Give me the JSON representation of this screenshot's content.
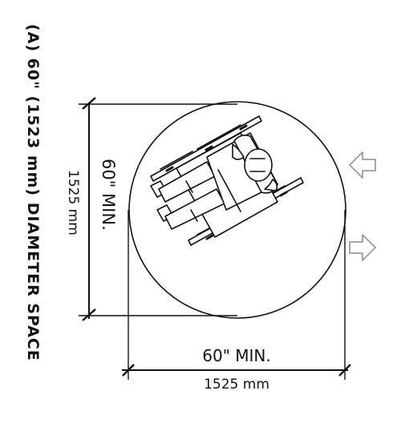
{
  "caption": "(A) 60\" (1523 mm) DIAMETER SPACE",
  "vertical_dimension": {
    "imperial": "60\" MIN.",
    "metric": "1525 mm"
  },
  "horizontal_dimension": {
    "imperial": "60\" MIN.",
    "metric": "1525 mm"
  },
  "figure": {
    "subject": "wheelchair-user-icon",
    "boundary": "turning-circle"
  },
  "nav": {
    "previous": "arrow-left-icon",
    "next": "arrow-right-icon"
  },
  "colors": {
    "line": "#111111",
    "arrow_outline": "#8a8a8a"
  }
}
